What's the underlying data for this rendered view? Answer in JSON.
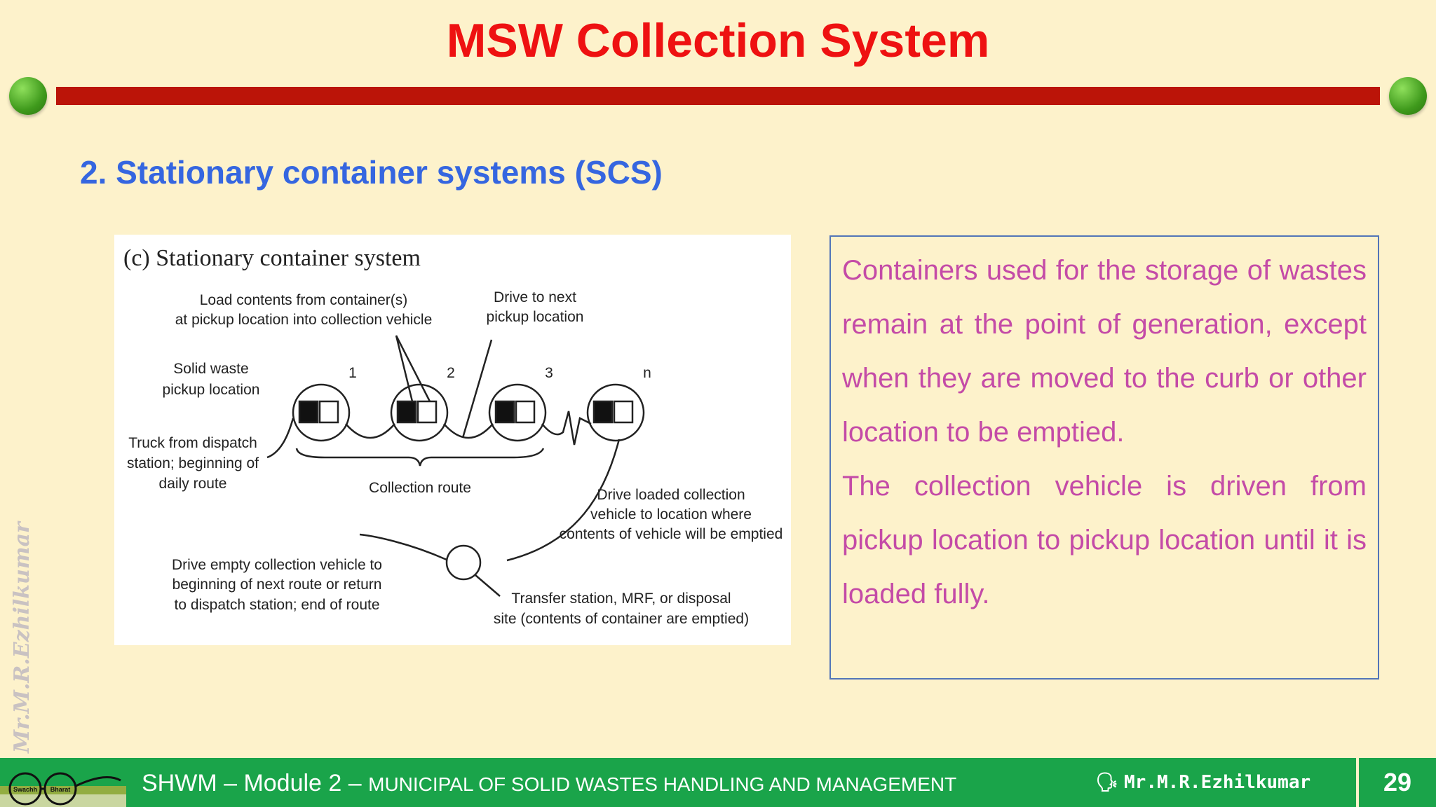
{
  "slide": {
    "title": "MSW Collection System",
    "subtitle": "2. Stationary container systems (SCS)",
    "colors": {
      "title": "#ee1111",
      "subtitle": "#3566e0",
      "body_text": "#c44ba7",
      "rule": "#bb1408",
      "footer": "#1aa44a",
      "background": "#fdf2cb"
    }
  },
  "figure": {
    "caption": "(c) Stationary container system",
    "labels": {
      "load_contents_1": "Load contents from container(s)",
      "load_contents_2": "at pickup location into collection vehicle",
      "drive_next_1": "Drive to next",
      "drive_next_2": "pickup location",
      "pickup_1": "Solid waste",
      "pickup_2": "pickup location",
      "truck_1": "Truck from dispatch",
      "truck_2": "station; beginning of",
      "truck_3": "daily route",
      "route": "Collection route",
      "drive_loaded_1": "Drive loaded collection",
      "drive_loaded_2": "vehicle to location where",
      "drive_loaded_3": "contents of vehicle will be emptied",
      "drive_empty_1": "Drive empty collection vehicle to",
      "drive_empty_2": "beginning of next route or return",
      "drive_empty_3": "to dispatch station; end of route",
      "transfer_1": "Transfer station, MRF, or disposal",
      "transfer_2": "site (contents of container are emptied)",
      "num_1": "1",
      "num_2": "2",
      "num_3": "3",
      "num_n": "n"
    }
  },
  "description": {
    "paragraph_1": "Containers used for the storage of wastes remain at the point of generation, except when they are moved to the curb or other location to be emptied.",
    "paragraph_2": "The collection vehicle is driven from pickup location to pickup location until it is loaded fully."
  },
  "side_watermark": "Mr.M.R.Ezhilkumar",
  "footer": {
    "course": "SHWM – Module 2 – ",
    "module_title": "MUNICIPAL OF SOLID WASTES HANDLING AND MANAGEMENT",
    "author_icon": "head-icon",
    "author_glyph": "🗣",
    "author": "Mr.M.R.Ezhilkumar",
    "page_number": "29",
    "logo_text_left": "Swachh",
    "logo_text_right": "Bharat"
  }
}
